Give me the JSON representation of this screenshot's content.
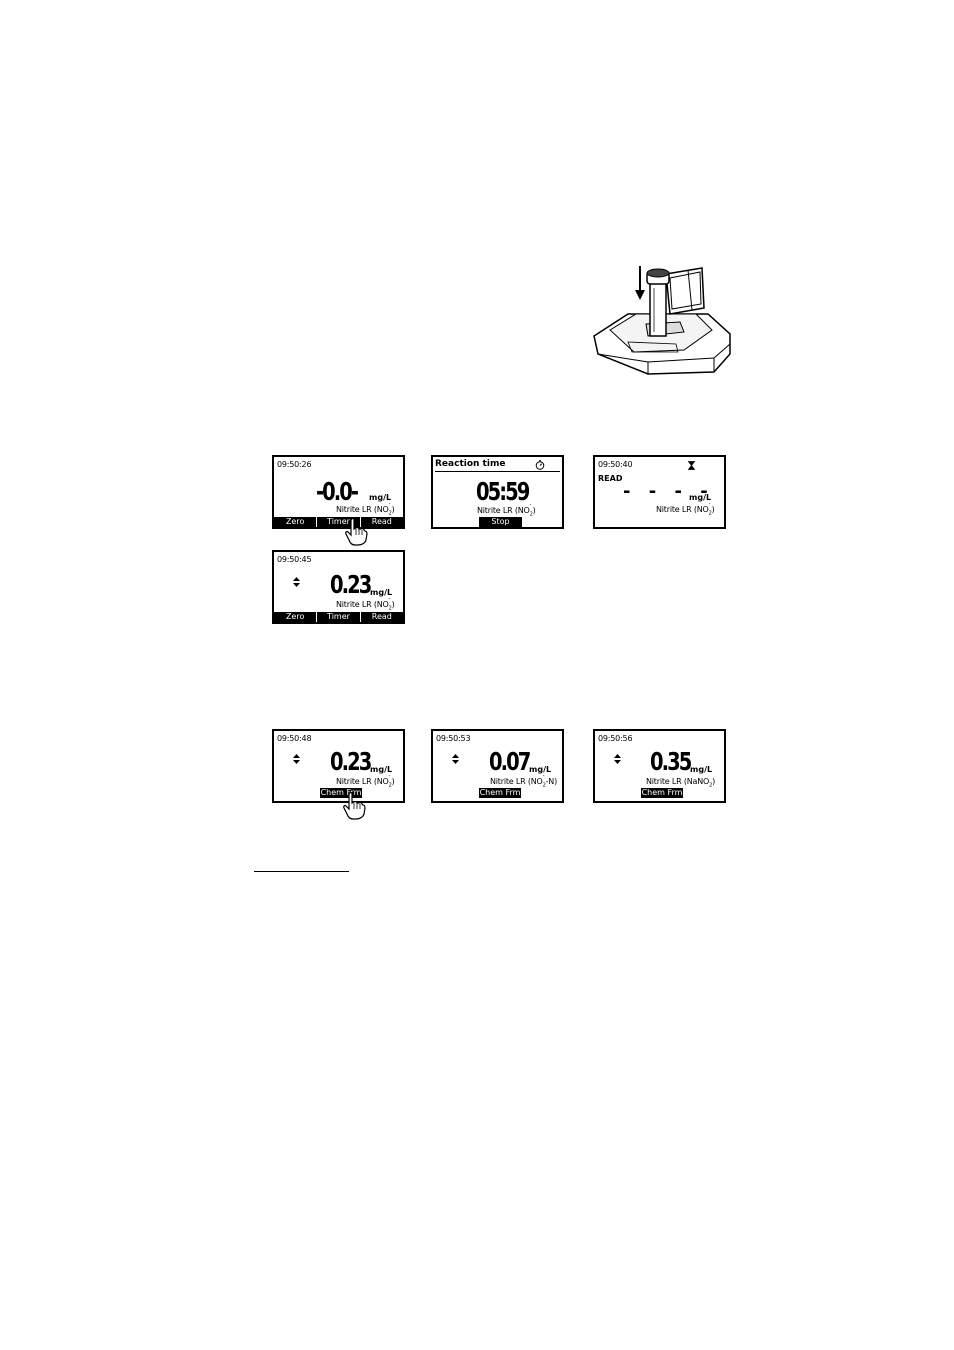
{
  "screens": {
    "s1": {
      "time": "09:50:26",
      "value": "-0.0-",
      "unit": "mg/L",
      "method": "Nitrite LR (NO",
      "formula_sub": "2",
      "formula_sup": "-",
      "formula_close": ")",
      "keys": [
        "Zero",
        "Timer",
        "Read"
      ]
    },
    "s2": {
      "title": "Reaction time",
      "value": "05:59",
      "method": "Nitrite LR (NO",
      "formula_sub": "2",
      "formula_sup": "-",
      "formula_close": ")",
      "key": "Stop"
    },
    "s3": {
      "time": "09:50:40",
      "read_label": "READ",
      "dashes": "- - - -",
      "unit": "mg/L",
      "method": "Nitrite LR (NO",
      "formula_sub": "2",
      "formula_sup": "-",
      "formula_close": ")"
    },
    "s4": {
      "time": "09:50:45",
      "value": "0.23",
      "unit": "mg/L",
      "method": "Nitrite LR (NO",
      "formula_sub": "2",
      "formula_sup": "-",
      "formula_close": ")",
      "keys": [
        "Zero",
        "Timer",
        "Read"
      ]
    },
    "s5": {
      "time": "09:50:48",
      "value": "0.23",
      "unit": "mg/L",
      "method": "Nitrite LR (NO",
      "formula_sub": "2",
      "formula_sup": "-",
      "formula_close": ")",
      "key": "Chem Frm"
    },
    "s6": {
      "time": "09:50:53",
      "value": "0.07",
      "unit": "mg/L",
      "method": "Nitrite LR (NO",
      "formula_sub": "2",
      "formula_sup": "-",
      "formula_close": "-N)",
      "key": "Chem Frm"
    },
    "s7": {
      "time": "09:50:56",
      "value": "0.35",
      "unit": "mg/L",
      "method": "Nitrite LR (NaNO",
      "formula_sub": "2",
      "formula_sup": "",
      "formula_close": ")",
      "key": "Chem Frm"
    }
  },
  "icons": {
    "stopwatch": "stopwatch-icon",
    "hourglass": "hourglass-icon",
    "updown": "up-down-arrows-icon",
    "hand": "pointing-hand-icon"
  }
}
